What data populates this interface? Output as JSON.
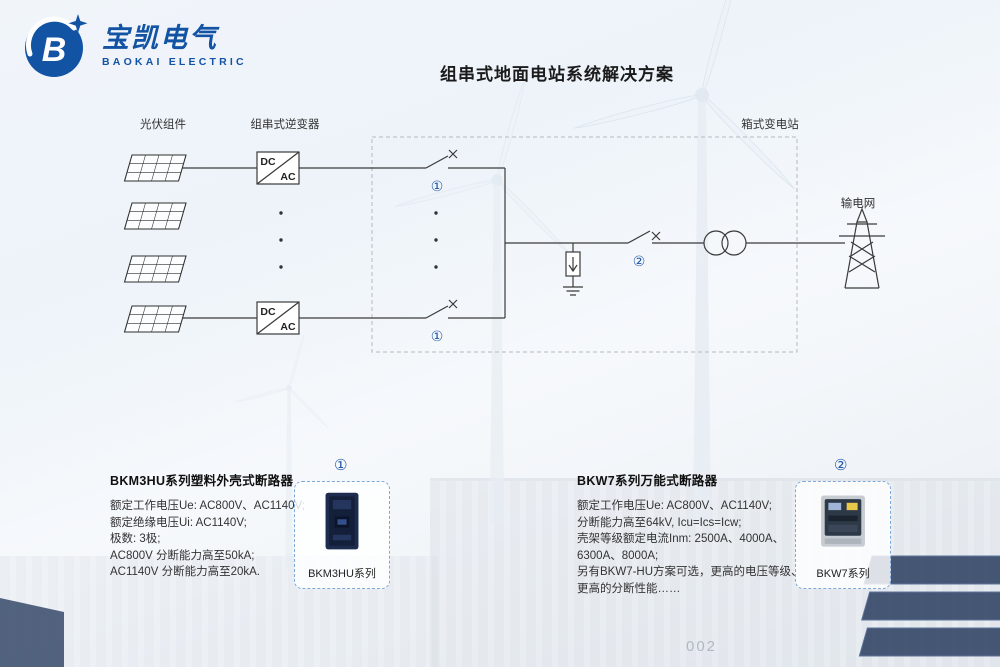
{
  "logo": {
    "cn": "宝凯电气",
    "en": "BAOKAI ELECTRIC"
  },
  "title": "组串式地面电站系统解决方案",
  "diagram": {
    "pv_label": "光伏组件",
    "inverter_label": "组串式逆变器",
    "substation_label": "箱式变电站",
    "grid_label": "输电网",
    "dc": "DC",
    "ac": "AC",
    "marker1": "①",
    "marker2": "②"
  },
  "products": {
    "left": {
      "marker": "①",
      "title": "BKM3HU系列塑料外壳式断路器",
      "specs": [
        "额定工作电压Ue: AC800V、AC1140V;",
        "额定绝缘电压Ui: AC1140V;",
        "极数: 3极;",
        "AC800V 分断能力高至50kA;",
        "AC1140V 分断能力高至20kA."
      ],
      "caption": "BKM3HU系列"
    },
    "right": {
      "marker": "②",
      "title": "BKW7系列万能式断路器",
      "specs": [
        "额定工作电压Ue: AC800V、AC1140V;",
        "分断能力高至64kV, Icu=Ics=Icw;",
        "壳架等级额定电流Inm: 2500A、4000A、",
        "6300A、8000A;",
        "另有BKW7-HU方案可选，更高的电压等级、",
        "更高的分断性能……"
      ],
      "caption": "BKW7系列"
    }
  },
  "background": {
    "container_code": "002"
  },
  "colors": {
    "brand_blue": "#1253a4",
    "marker_blue": "#1f57a8",
    "line": "#3a3a3a"
  }
}
